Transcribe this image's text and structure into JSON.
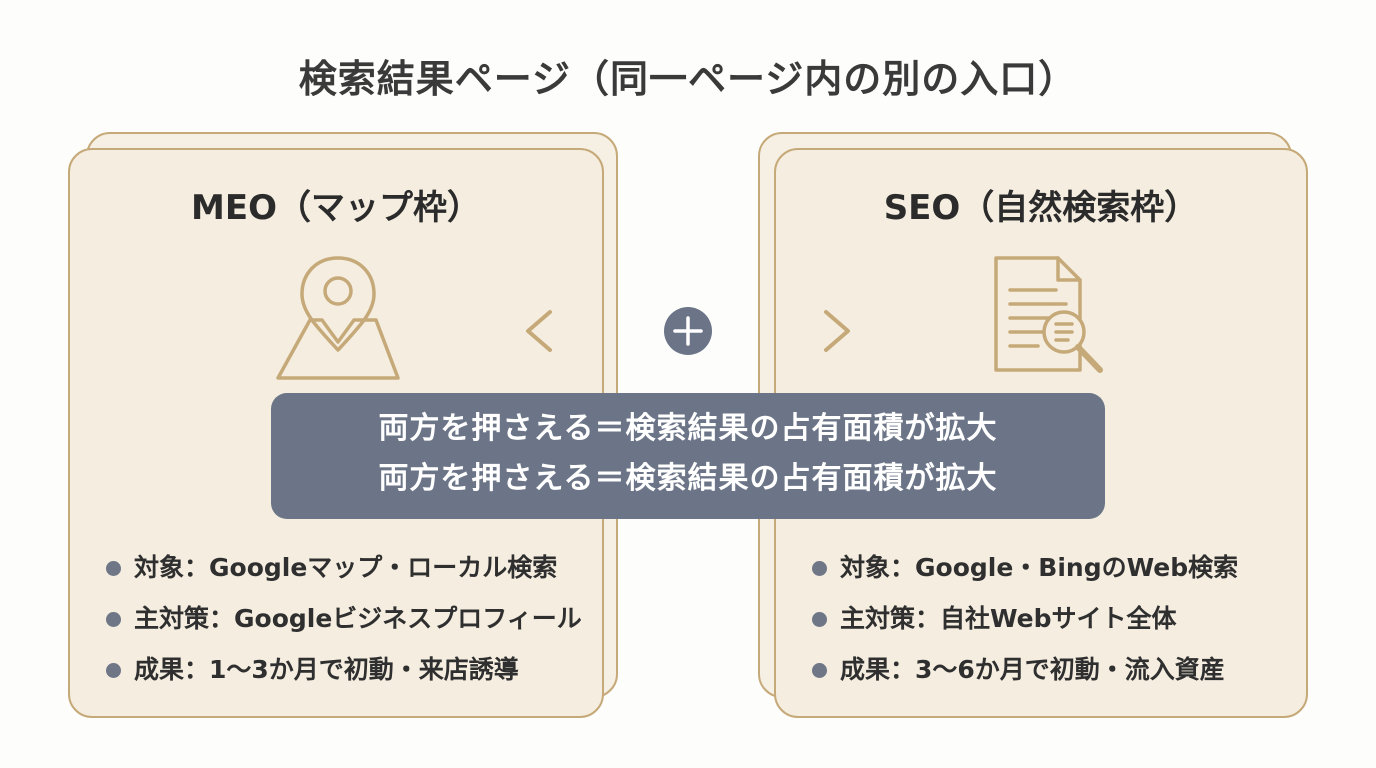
{
  "title": "検索結果ページ（同一ページ内の別の入口）",
  "left_card": {
    "title": "MEO（マップ枠）",
    "icon": "map-pin-icon",
    "bullets": [
      "対象：Googleマップ・ローカル検索",
      "主対策：Googleビジネスプロフィール",
      "成果：1〜3か月で初動・来店誘導"
    ]
  },
  "right_card": {
    "title": "SEO（自然検索枠）",
    "icon": "document-search-icon",
    "bullets": [
      "対象：Google・BingのWeb検索",
      "主対策：自社Webサイト全体",
      "成果：3〜6か月で初動・流入資産"
    ]
  },
  "connector": {
    "icon": "plus-icon",
    "arrows": "double-arrow-icon"
  },
  "banner": {
    "lines": [
      "両方を押さえる＝検索結果の占有面積が拡大",
      "両方を押さえる＝検索結果の占有面積が拡大"
    ]
  },
  "colors": {
    "accent_gold": "#c6a978",
    "card_bg": "#f4ede0",
    "banner_bg": "#6b7587",
    "bullet_dot": "#6f7787"
  }
}
